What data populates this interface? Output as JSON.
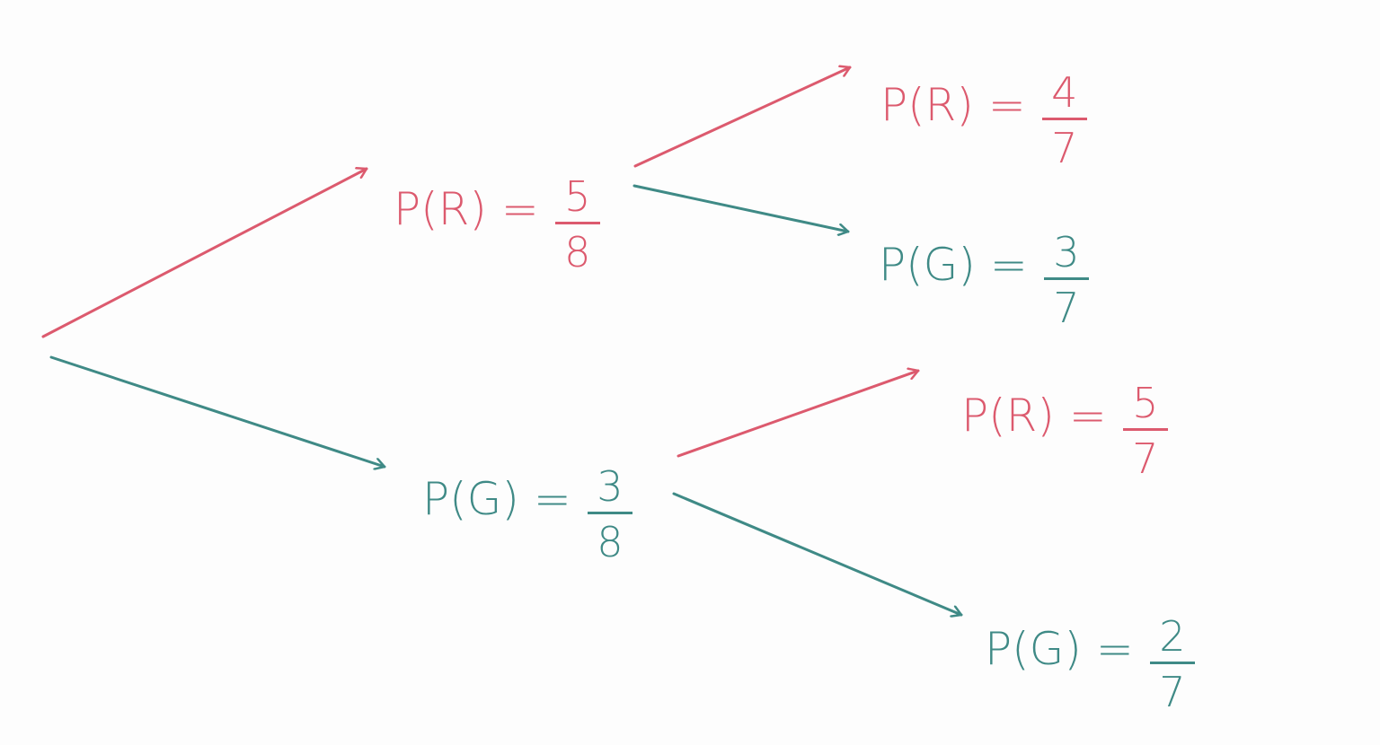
{
  "colors": {
    "red": "#dc5a6e",
    "teal": "#3f8a86"
  },
  "nodes": {
    "first_red": {
      "lhs": "P(R)",
      "eq": "=",
      "num": "5",
      "den": "8",
      "color": "red"
    },
    "first_green": {
      "lhs": "P(G)",
      "eq": "=",
      "num": "3",
      "den": "8",
      "color": "teal"
    },
    "rr": {
      "lhs": "P(R)",
      "eq": "=",
      "num": "4",
      "den": "7",
      "color": "red"
    },
    "rg": {
      "lhs": "P(G)",
      "eq": "=",
      "num": "3",
      "den": "7",
      "color": "teal"
    },
    "gr": {
      "lhs": "P(R)",
      "eq": "=",
      "num": "5",
      "den": "7",
      "color": "red"
    },
    "gg": {
      "lhs": "P(G)",
      "eq": "=",
      "num": "2",
      "den": "7",
      "color": "teal"
    }
  }
}
